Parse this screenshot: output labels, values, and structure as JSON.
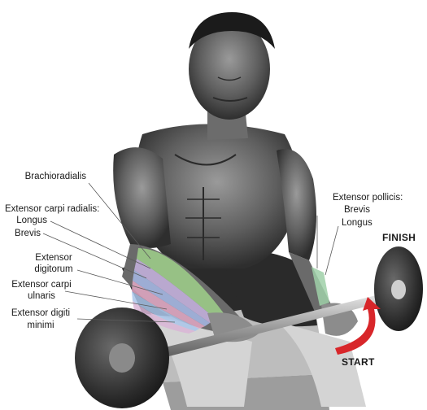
{
  "labels": {
    "brachioradialis": "Brachioradialis",
    "ecr_title": "Extensor carpi radialis:",
    "ecr_longus": "Longus",
    "ecr_brevis": "Brevis",
    "ed_line1": "Extensor",
    "ed_line2": "digitorum",
    "ecu_line1": "Extensor carpi",
    "ecu_line2": "ulnaris",
    "edm_line1": "Extensor digiti",
    "edm_line2": "minimi",
    "ep_title": "Extensor pollicis:",
    "ep_brevis": "Brevis",
    "ep_longus": "Longus",
    "finish": "FINISH",
    "start": "START"
  },
  "colors": {
    "brachioradialis": "#9fd08a",
    "ecr_longus": "#c7b3e0",
    "ecr_brevis": "#a6b8e6",
    "extensor_digitorum": "#e3a8c4",
    "ecu": "#a9c6ea",
    "edm": "#d9b5d6",
    "pollicis": "#9fd0a8",
    "arrow": "#d8262a"
  },
  "icons": [
    "barbell",
    "motion-arrow"
  ]
}
